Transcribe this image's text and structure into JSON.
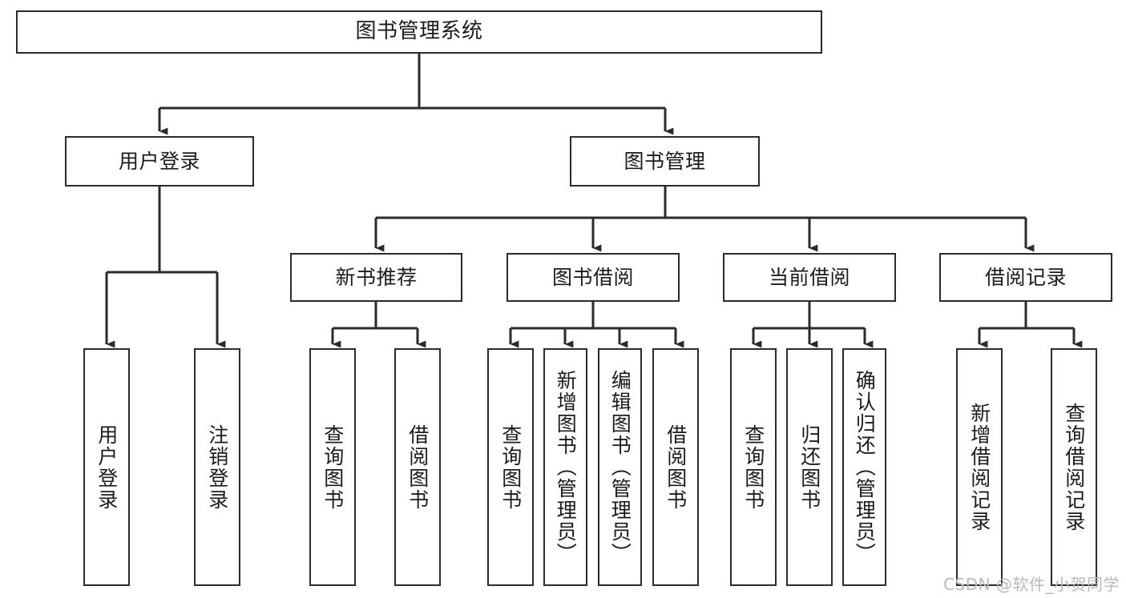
{
  "diagram": {
    "title": "图书管理系统",
    "type": "tree-hierarchy-diagram",
    "colors": {
      "box_border": "#2b2b2b",
      "box_fill": "#ffffff",
      "connector": "#2b2b2b",
      "text": "#1b1b1b",
      "background": "#ffffff",
      "watermark": "#b9b9b9"
    },
    "root": {
      "label": "图书管理系统"
    },
    "level2": [
      {
        "label": "用户登录"
      },
      {
        "label": "图书管理"
      }
    ],
    "level3": [
      {
        "label": "新书推荐"
      },
      {
        "label": "图书借阅"
      },
      {
        "label": "当前借阅"
      },
      {
        "label": "借阅记录"
      }
    ],
    "leaves": {
      "user_login": [
        {
          "label": "用户登录"
        },
        {
          "label": "注销登录"
        }
      ],
      "new_book_recommend": [
        {
          "label": "查询图书"
        },
        {
          "label": "借阅图书"
        }
      ],
      "book_borrow": [
        {
          "label": "查询图书"
        },
        {
          "label": "新增图书（管理员）"
        },
        {
          "label": "编辑图书（管理员）"
        },
        {
          "label": "借阅图书"
        }
      ],
      "current_borrow": [
        {
          "label": "查询图书"
        },
        {
          "label": "归还图书"
        },
        {
          "label": "确认归还（管理员）"
        }
      ],
      "borrow_record": [
        {
          "label": "新增借阅记录"
        },
        {
          "label": "查询借阅记录"
        }
      ]
    }
  },
  "watermark": {
    "text": "CSDN @软件_小贺同学"
  }
}
